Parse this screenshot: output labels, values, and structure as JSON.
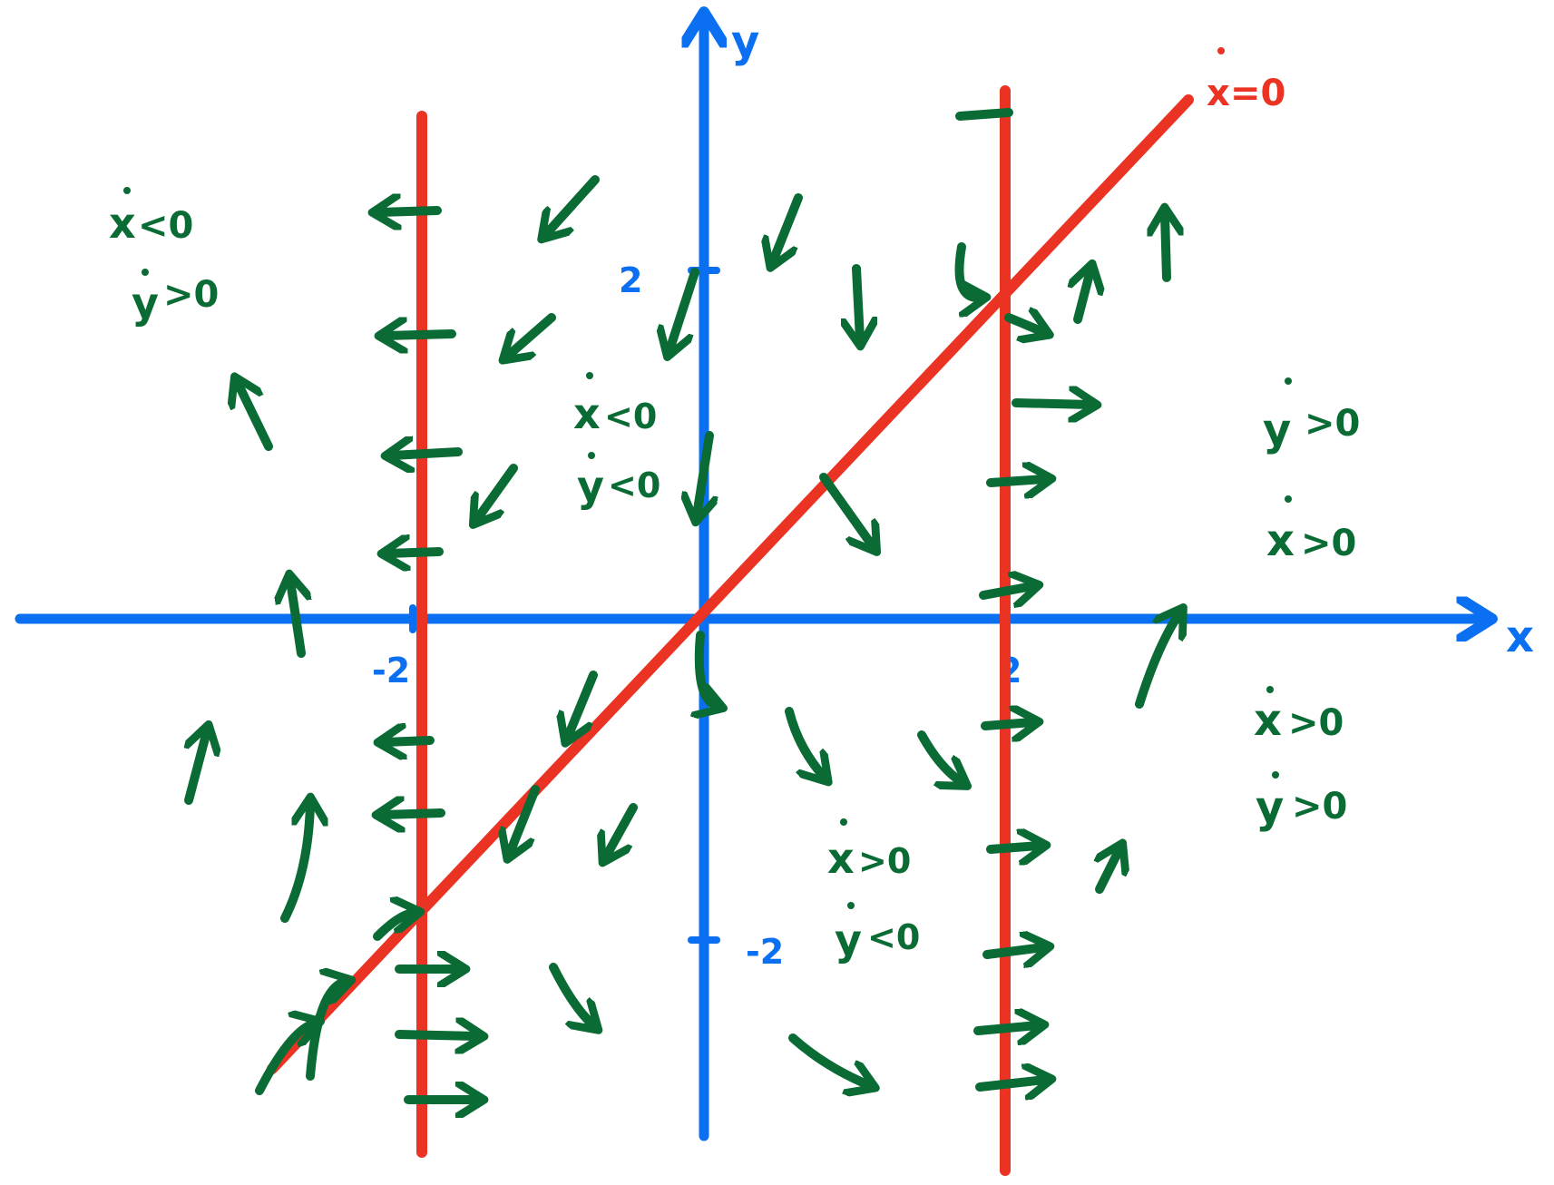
{
  "colors": {
    "axes": "#0a6ff0",
    "nullclines": "#ea3323",
    "field_arrows": "#0a6b35",
    "background": "#ffffff"
  },
  "axes": {
    "x_label": "x",
    "y_label": "y"
  },
  "ticks": {
    "x_neg": "-2",
    "x_pos": "2",
    "y_pos": "2",
    "y_neg": "-2"
  },
  "nullcline_label": {
    "var": "x",
    "rest": "=0"
  },
  "regions": [
    {
      "id": "upper-left",
      "line1_var": "x",
      "line1_rel": "<0",
      "line2_var": "y",
      "line2_rel": ">0"
    },
    {
      "id": "upper-middle",
      "line1_var": "x",
      "line1_rel": "<0",
      "line2_var": "y",
      "line2_rel": "<0"
    },
    {
      "id": "right-upper",
      "line1_var": "y",
      "line1_rel": ">0",
      "line2_var": "x",
      "line2_rel": ">0"
    },
    {
      "id": "right-lower",
      "line1_var": "x",
      "line1_rel": ">0",
      "line2_var": "y",
      "line2_rel": ">0"
    },
    {
      "id": "lower-middle",
      "line1_var": "x",
      "line1_rel": ">0",
      "line2_var": "y",
      "line2_rel": "<0"
    }
  ]
}
